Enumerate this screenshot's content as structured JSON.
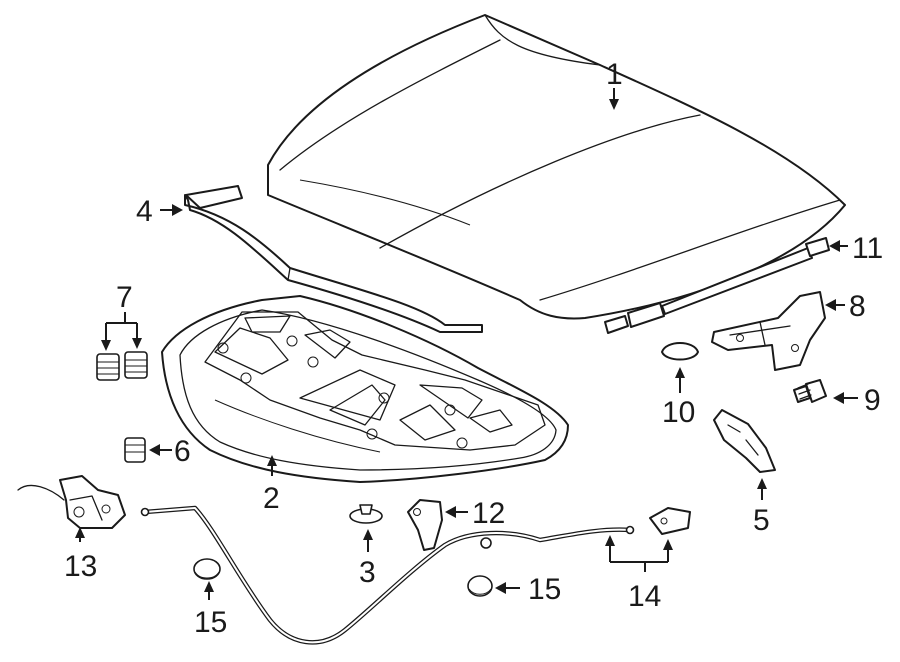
{
  "callouts": {
    "c1": "1",
    "c2": "2",
    "c3": "3",
    "c4": "4",
    "c5": "5",
    "c6": "6",
    "c7": "7",
    "c8": "8",
    "c9": "9",
    "c10": "10",
    "c11": "11",
    "c12": "12",
    "c13": "13",
    "c14": "14",
    "c15a": "15",
    "c15b": "15"
  },
  "colors": {
    "line": "#1a1a1a",
    "background": "#ffffff"
  }
}
